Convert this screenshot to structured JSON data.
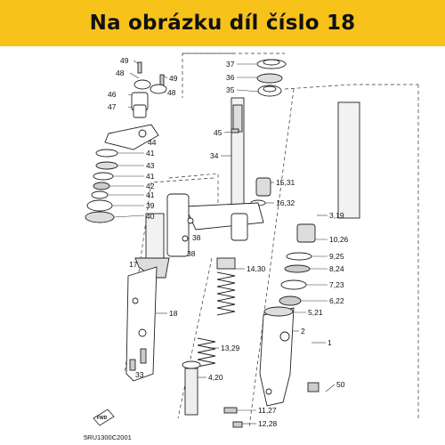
{
  "banner": {
    "text": "Na obrázku díl číslo 18",
    "color": "#f7c21a"
  },
  "diagram": {
    "code": "5RU1300C2001",
    "fwd_label": "FWD",
    "labels": [
      {
        "id": "37",
        "text": "37"
      },
      {
        "id": "36",
        "text": "36"
      },
      {
        "id": "35",
        "text": "35"
      },
      {
        "id": "49a",
        "text": "49"
      },
      {
        "id": "49b",
        "text": "49"
      },
      {
        "id": "48a",
        "text": "48"
      },
      {
        "id": "48b",
        "text": "48"
      },
      {
        "id": "46",
        "text": "46"
      },
      {
        "id": "47",
        "text": "47"
      },
      {
        "id": "44",
        "text": "44"
      },
      {
        "id": "45",
        "text": "45"
      },
      {
        "id": "34",
        "text": "34"
      },
      {
        "id": "41a",
        "text": "41"
      },
      {
        "id": "43",
        "text": "43"
      },
      {
        "id": "41b",
        "text": "41"
      },
      {
        "id": "42",
        "text": "42"
      },
      {
        "id": "41c",
        "text": "41"
      },
      {
        "id": "39",
        "text": "39"
      },
      {
        "id": "40",
        "text": "40"
      },
      {
        "id": "15_31",
        "text": "15,31"
      },
      {
        "id": "16_32",
        "text": "16,32"
      },
      {
        "id": "3_19",
        "text": "3,19"
      },
      {
        "id": "10_26",
        "text": "10,26"
      },
      {
        "id": "9_25",
        "text": "9,25"
      },
      {
        "id": "8_24",
        "text": "8,24"
      },
      {
        "id": "7_23",
        "text": "7,23"
      },
      {
        "id": "6_22",
        "text": "6,22"
      },
      {
        "id": "5_21",
        "text": "5,21"
      },
      {
        "id": "38a",
        "text": "38"
      },
      {
        "id": "38b",
        "text": "38"
      },
      {
        "id": "14_30",
        "text": "14,30"
      },
      {
        "id": "17",
        "text": "17"
      },
      {
        "id": "18",
        "text": "18"
      },
      {
        "id": "2",
        "text": "2"
      },
      {
        "id": "1",
        "text": "1"
      },
      {
        "id": "13_29",
        "text": "13,29"
      },
      {
        "id": "33",
        "text": "33"
      },
      {
        "id": "4_20",
        "text": "4,20"
      },
      {
        "id": "50",
        "text": "50"
      },
      {
        "id": "11_27",
        "text": "11,27"
      },
      {
        "id": "12_28",
        "text": "12,28"
      }
    ]
  }
}
